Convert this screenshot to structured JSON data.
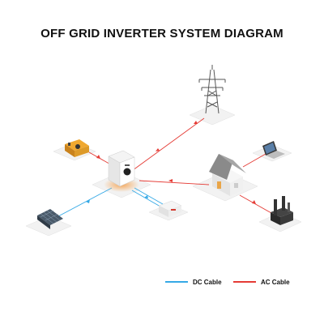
{
  "title": "OFF GRID INVERTER SYSTEM DIAGRAM",
  "legend": {
    "dc_label": "DC Cable",
    "ac_label": "AC Cable"
  },
  "colors": {
    "dc_cable": "#35a9e6",
    "ac_cable": "#e53b35",
    "inverter_glow": "#f5a04c",
    "platform": "#f2f2f2"
  },
  "components": [
    "grid-tower",
    "generator",
    "inverter",
    "house",
    "laptop",
    "factory",
    "solar-panels",
    "battery"
  ],
  "icons": [
    "transmission-tower-icon",
    "generator-icon",
    "inverter-icon",
    "house-icon",
    "laptop-icon",
    "factory-icon",
    "solar-panel-icon",
    "battery-icon"
  ]
}
